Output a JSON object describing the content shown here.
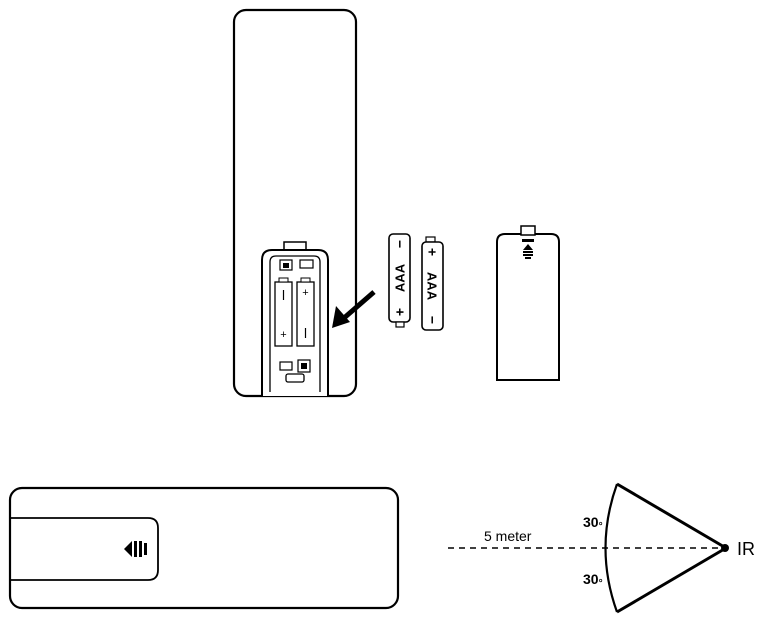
{
  "battery_install": {
    "battery_type_label": "AAA",
    "plus_sign": "+",
    "minus_sign": "−"
  },
  "ir_range": {
    "distance_label": "5 meter",
    "angle_top_label": "30",
    "angle_bottom_label": "30",
    "angle_unit": "°",
    "emitter_label": "IR"
  },
  "colors": {
    "stroke": "#000000",
    "background": "#ffffff"
  }
}
